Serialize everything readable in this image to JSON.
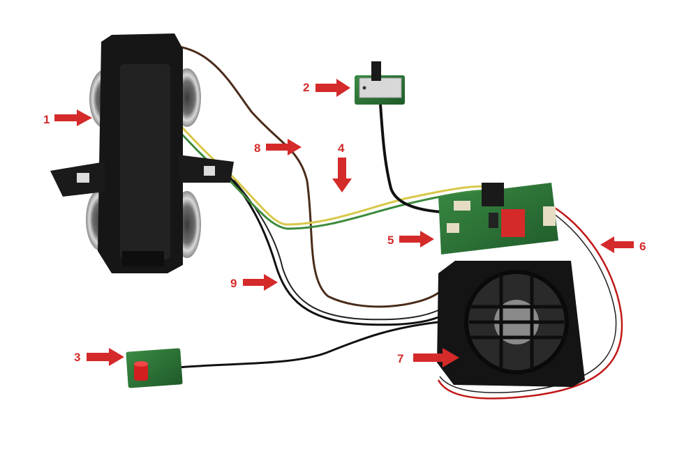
{
  "callouts": [
    {
      "id": "1",
      "label": "1",
      "arrow": "right"
    },
    {
      "id": "2",
      "label": "2",
      "arrow": "right"
    },
    {
      "id": "3",
      "label": "3",
      "arrow": "right"
    },
    {
      "id": "4",
      "label": "4",
      "arrow": "down"
    },
    {
      "id": "5",
      "label": "5",
      "arrow": "right"
    },
    {
      "id": "6",
      "label": "6",
      "arrow": "left"
    },
    {
      "id": "7",
      "label": "7",
      "arrow": "right"
    },
    {
      "id": "8",
      "label": "8",
      "arrow": "right"
    },
    {
      "id": "9",
      "label": "9",
      "arrow": "right"
    }
  ],
  "colors": {
    "callout": "#d42a2a",
    "housing": "#161616",
    "wheel_metal": "#b8b8b8",
    "pcb_green": "#2f7a3a",
    "wire_brown": "#4a2c1a",
    "wire_black": "#111111",
    "wire_yellow": "#d8c84a",
    "wire_green": "#3c8a3c",
    "wire_red": "#c01818",
    "button_red": "#d21e1e"
  }
}
